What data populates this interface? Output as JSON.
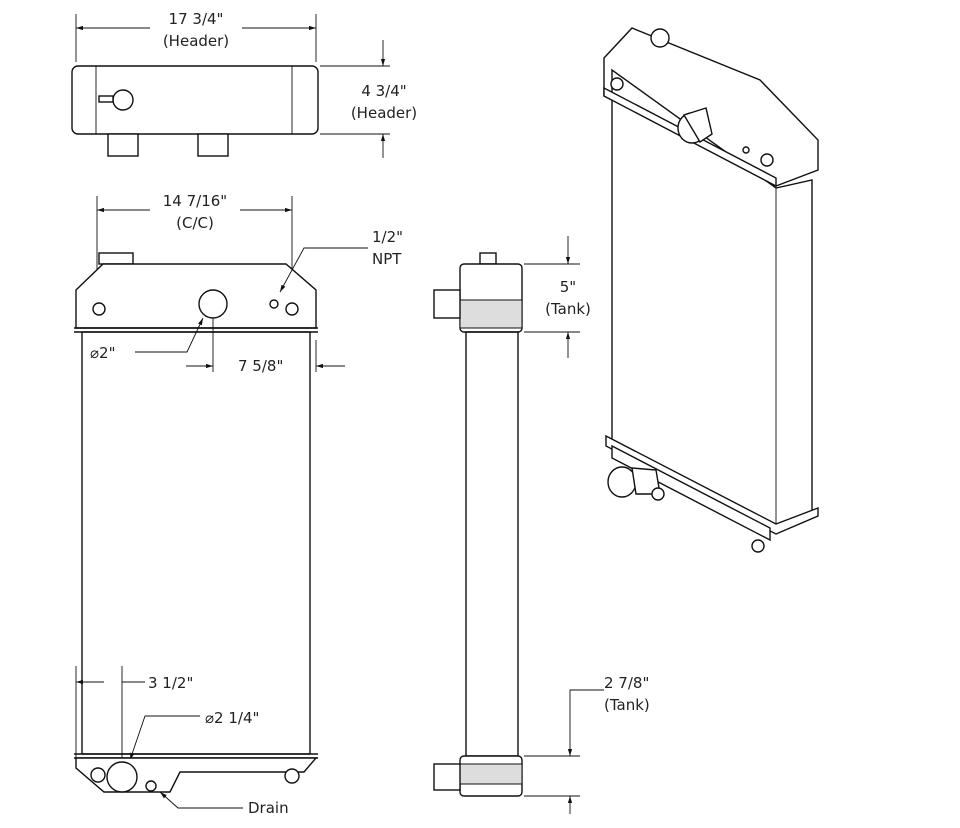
{
  "dimensions": {
    "header_width": {
      "value": "17 3/4\"",
      "label": "(Header)"
    },
    "header_depth": {
      "value": "4 3/4\"",
      "label": "(Header)"
    },
    "center_to_center": {
      "value": "14 7/16\"",
      "label": "(C/C)"
    },
    "npt": {
      "value": "1/2\"",
      "label": "NPT"
    },
    "inlet_diameter": "⌀2\"",
    "inlet_offset": "7 5/8\"",
    "outlet_offset": "3 1/2\"",
    "outlet_diameter": "⌀2 1/4\"",
    "drain": "Drain",
    "top_tank": {
      "value": "5\"",
      "label": "(Tank)"
    },
    "bottom_tank": {
      "value": "2 7/8\"",
      "label": "(Tank)"
    }
  }
}
